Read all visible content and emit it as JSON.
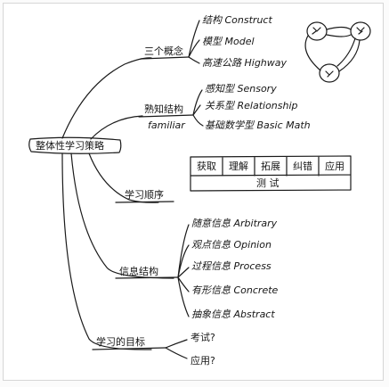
{
  "center": {
    "label": "整体性学习策略"
  },
  "branches": [
    {
      "label": "三个概念",
      "items": [
        "结构 Construct",
        "模型 Model",
        "高速公路 Highway"
      ]
    },
    {
      "label": "熟知结构",
      "sublabel": "familiar",
      "items": [
        "感知型 Sensory",
        "关系型 Relationship",
        "基础数学型 Basic Math"
      ]
    },
    {
      "label": "学习顺序",
      "sequence": [
        "获取",
        "理解",
        "拓展",
        "纠错",
        "应用"
      ],
      "sequence_footer": "测 试"
    },
    {
      "label": "信息结构",
      "items": [
        "随意信息 Arbitrary",
        "观点信息 Opinion",
        "过程信息 Process",
        "有形信息 Concrete",
        "抽象信息 Abstract"
      ]
    },
    {
      "label": "学习的目标",
      "items": [
        "考试?",
        "应用?"
      ]
    }
  ]
}
